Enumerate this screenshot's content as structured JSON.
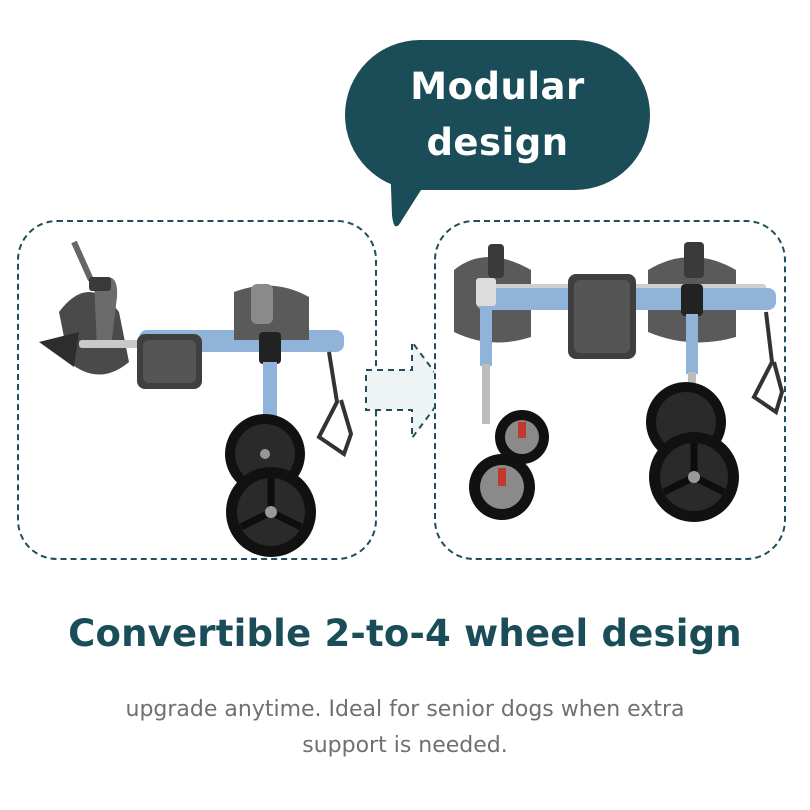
{
  "bubble": {
    "line1": "Modular",
    "line2": "design"
  },
  "headline": "Convertible 2-to-4 wheel design",
  "subtext": {
    "line1": "upgrade anytime. Ideal for senior dogs when extra",
    "line2": "support is needed."
  },
  "colors": {
    "accent": "#1a4d57",
    "frame_blue": "#8fb3d9",
    "arrow_fill": "#eef3f3",
    "text_gray": "#707070"
  },
  "icons": {
    "arrow": "right-arrow-icon",
    "tail": "speech-bubble-tail-icon"
  }
}
